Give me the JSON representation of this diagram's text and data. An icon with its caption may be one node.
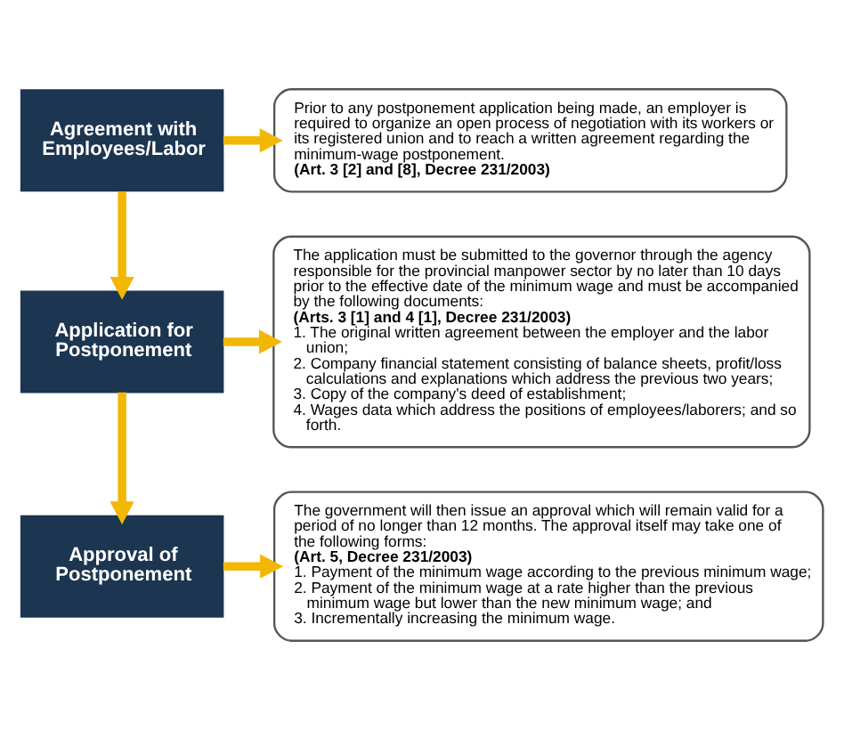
{
  "diagram": {
    "nodes": [
      {
        "text": [
          "Agreement with Employees/Labor"
        ]
      },
      {
        "text": [
          "Application for Postponement"
        ]
      },
      {
        "text": [
          "Approval of Postponement"
        ]
      },
      {
        "text": [
          "Prior to any postponement application being made, an employer is required to organize an open process of negotiation with its workers or its registered union and to reach a written agreement regarding the minimum-wage postponement. **(Art. 3 [2] and [8], Decree 231/2003)**"
        ]
      },
      {
        "text": [
          "The application must be submitted to the governor through the agency responsible for the provincial manpower sector by no later than 10 days prior to the effective date of the minimum wage and must be accompanied by the following documents: **(Arts. 3 [1] and 4 [1], Decree 231/2003)**",
          "1. The original written agreement between the employer and the labor union;",
          "2. Company financial statement consisting of balance sheets, profit/loss calculations and explanations which address the previous two years;",
          "3. Copy of the company's deed of establishment;",
          "4. Wages data which address the positions of employees/laborers; and so forth."
        ]
      },
      {
        "text": [
          "The government will then issue an approval which will remain valid for a period of no longer than 12 months. The approval itself may take one of the following forms: **(Art. 5, Decree 231/2003)**",
          "1. Payment of the minimum wage according to the previous minimum wage;",
          "2. Payment of the minimum wage at a rate higher than the previous minimum wage but lower than the new minimum wage; and",
          "3. Incrementally increasing the minimum wage."
        ]
      }
    ],
    "edges": [
      {
        "from": 0,
        "to": 3,
        "arrow": "to"
      },
      {
        "from": 0,
        "to": 1,
        "arrow": "to"
      },
      {
        "from": 1,
        "to": 4,
        "arrow": "to"
      },
      {
        "from": 1,
        "to": 2,
        "arrow": "to"
      },
      {
        "from": 2,
        "to": 5,
        "arrow": "to"
      }
    ]
  }
}
